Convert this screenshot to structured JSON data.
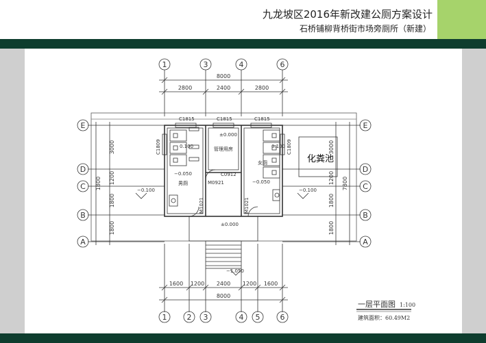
{
  "header": {
    "title": "九龙坡区2016年新改建公厕方案设计",
    "subtitle": "石桥铺柳背桥街市场旁厕所（新建）"
  },
  "colors": {
    "band": "#0e3d2e",
    "accent": "#a6d36b",
    "panel": "#cfcfcf"
  },
  "plan": {
    "top_axes": [
      "1",
      "3",
      "4",
      "6"
    ],
    "bottom_axes": [
      "1",
      "2",
      "3",
      "4",
      "5",
      "6"
    ],
    "left_axes": [
      "E",
      "D",
      "C",
      "B",
      "A"
    ],
    "right_axes": [
      "E",
      "D",
      "C",
      "B",
      "A"
    ],
    "top_total": "8000",
    "top_segments": [
      "2800",
      "2400",
      "2800"
    ],
    "bottom_segments": [
      "1600",
      "1200",
      "2400",
      "1200",
      "1600"
    ],
    "bottom_total": "8000",
    "left_dims": [
      "3000",
      "1200",
      "1800",
      "1800"
    ],
    "left_sub": "1800",
    "right_dims": [
      "3000",
      "1200",
      "1800",
      "1800"
    ],
    "right_sub": "7800",
    "windows": {
      "w1": "C1815",
      "w2": "C1815",
      "w3": "C1815",
      "w4": "C1809",
      "w5": "C1809"
    },
    "rooms": {
      "men": "男厕",
      "women": "女厕",
      "mgmt": "管理用房",
      "septic": "化粪池"
    },
    "doors": {
      "d1": "C0912",
      "d2": "M0921",
      "d3": "M1021",
      "d4": "M1021"
    },
    "levels": {
      "mgmt": "±0.000",
      "lobby": "±0.000",
      "men": "−0.050",
      "women": "−0.050",
      "left_out": "−0.100",
      "right_out": "−0.100",
      "step": "−1.050",
      "men_inner": "0.100",
      "women_inner": "0.100"
    },
    "drawing_title": "一层平面图",
    "scale": "1:100",
    "area": "建筑面积：60.49M2"
  }
}
